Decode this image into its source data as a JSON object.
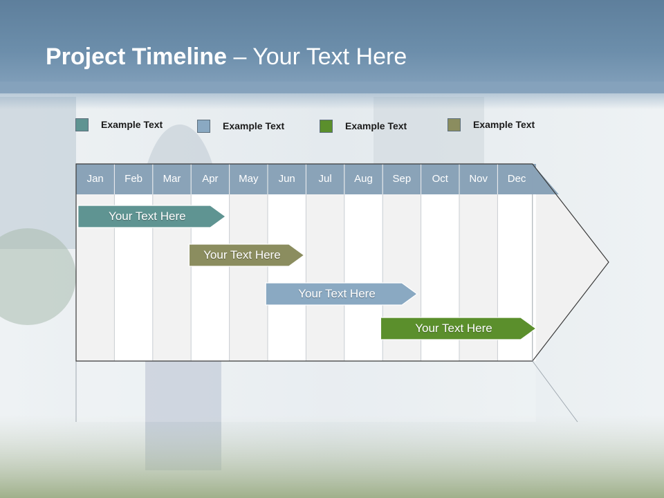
{
  "title": {
    "bold": "Project Timeline",
    "regular": " – Your Text Here"
  },
  "legend": [
    {
      "label": "Example Text",
      "color": "#5f9492"
    },
    {
      "label": "Example Text",
      "color": "#8aa9c2"
    },
    {
      "label": "Example Text",
      "color": "#5b8f2c"
    },
    {
      "label": "Example Text",
      "color": "#8b8d5f"
    }
  ],
  "months": [
    "Jan",
    "Feb",
    "Mar",
    "Apr",
    "May",
    "Jun",
    "Jul",
    "Aug",
    "Sep",
    "Oct",
    "Nov",
    "Dec"
  ],
  "tasks": [
    {
      "label": "Your  Text Here",
      "start": 0.05,
      "end": 3.9,
      "color": "#5f9492"
    },
    {
      "label": "Your  Text Here",
      "start": 2.95,
      "end": 5.95,
      "color": "#8b8d5f"
    },
    {
      "label": "Your  Text Here",
      "start": 4.95,
      "end": 8.9,
      "color": "#8aa9c2"
    },
    {
      "label": "Your  Text Here",
      "start": 7.95,
      "end": 12.0,
      "color": "#5b8f2c"
    }
  ],
  "colors": {
    "month_header": "#8aa3b8",
    "column_light": "#f2f2f2",
    "column_white": "#ffffff",
    "outline": "#3a3a3a"
  }
}
